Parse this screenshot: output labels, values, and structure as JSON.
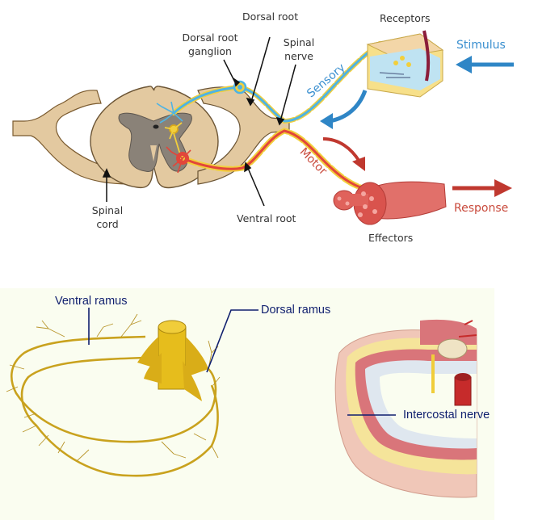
{
  "top_diagram": {
    "labels": {
      "dorsal_root": "Dorsal root",
      "dorsal_root_ganglion_line1": "Dorsal root",
      "dorsal_root_ganglion_line2": "ganglion",
      "spinal_nerve_line1": "Spinal",
      "spinal_nerve_line2": "nerve",
      "receptors": "Receptors",
      "stimulus": "Stimulus",
      "sensory": "Sensory",
      "motor": "Motor",
      "spinal_cord_line1": "Spinal",
      "spinal_cord_line2": "cord",
      "ventral_root": "Ventral root",
      "effectors": "Effectors",
      "response": "Response"
    },
    "colors": {
      "sensory": "#3a8fcf",
      "motor": "#c94a3c",
      "tissue": "#e3c9a0",
      "gray_matter": "#8a8278",
      "myelin": "#f2cf3c",
      "text": "#333333"
    }
  },
  "bottom_diagram": {
    "labels": {
      "ventral_ramus": "Ventral ramus",
      "dorsal_ramus": "Dorsal ramus",
      "intercostal_nerve": "Intercostal nerve"
    },
    "colors": {
      "background": "#fafdf0",
      "nerve": "#c9a21e",
      "label": "#0f1f6e",
      "muscle": "#d9757a",
      "skin": "#f0c7b8"
    }
  }
}
